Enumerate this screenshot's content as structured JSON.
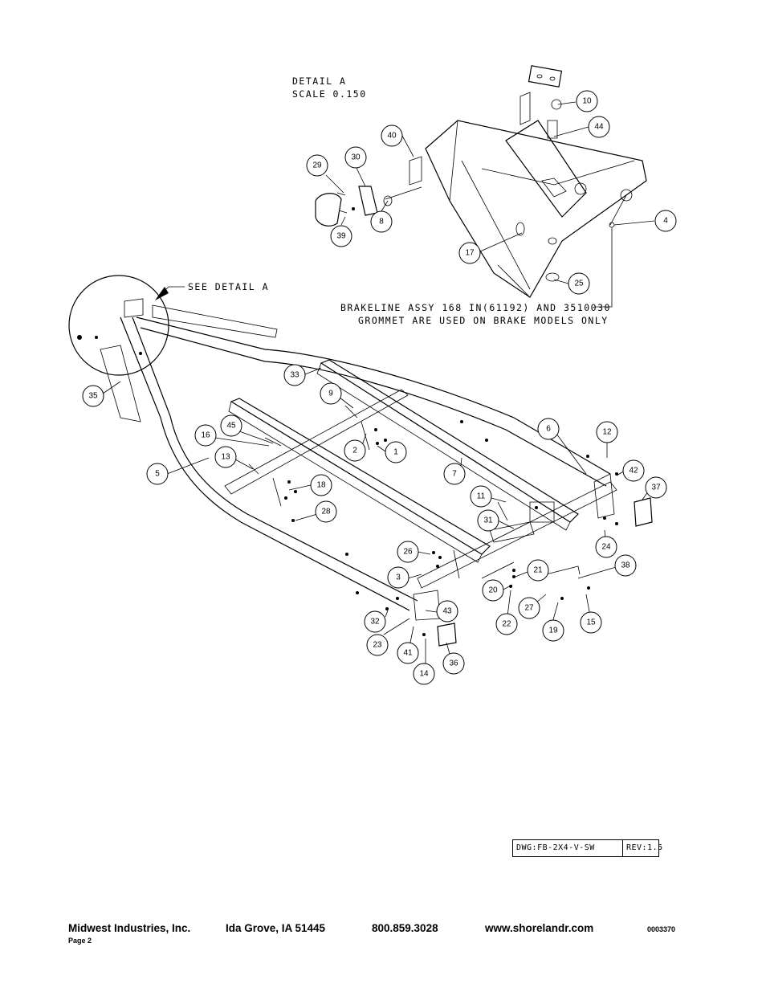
{
  "detail": {
    "title": "DETAIL A",
    "scale": "SCALE 0.150",
    "see_detail": "SEE DETAIL A",
    "brake_note_1": "BRAKELINE ASSY 168 IN(61192) AND 3510030",
    "brake_note_2": "GROMMET ARE USED ON BRAKE MODELS ONLY"
  },
  "callouts": [
    "40",
    "30",
    "29",
    "8",
    "39",
    "10",
    "44",
    "4",
    "17",
    "25",
    "33",
    "9",
    "35",
    "16",
    "45",
    "2",
    "1",
    "13",
    "5",
    "18",
    "28",
    "6",
    "12",
    "7",
    "42",
    "37",
    "11",
    "31",
    "24",
    "26",
    "3",
    "21",
    "38",
    "20",
    "27",
    "19",
    "15",
    "22",
    "43",
    "32",
    "23",
    "41",
    "14",
    "36"
  ],
  "title_block": {
    "dwg": "DWG:FB-2X4-V-SW",
    "rev": "REV:1.5"
  },
  "footer": {
    "company": "Midwest Industries, Inc.",
    "page": "Page 2",
    "city": "Ida Grove, IA  51445",
    "phone": "800.859.3028",
    "website": "www.shorelandr.com",
    "doc_number": "0003370"
  }
}
